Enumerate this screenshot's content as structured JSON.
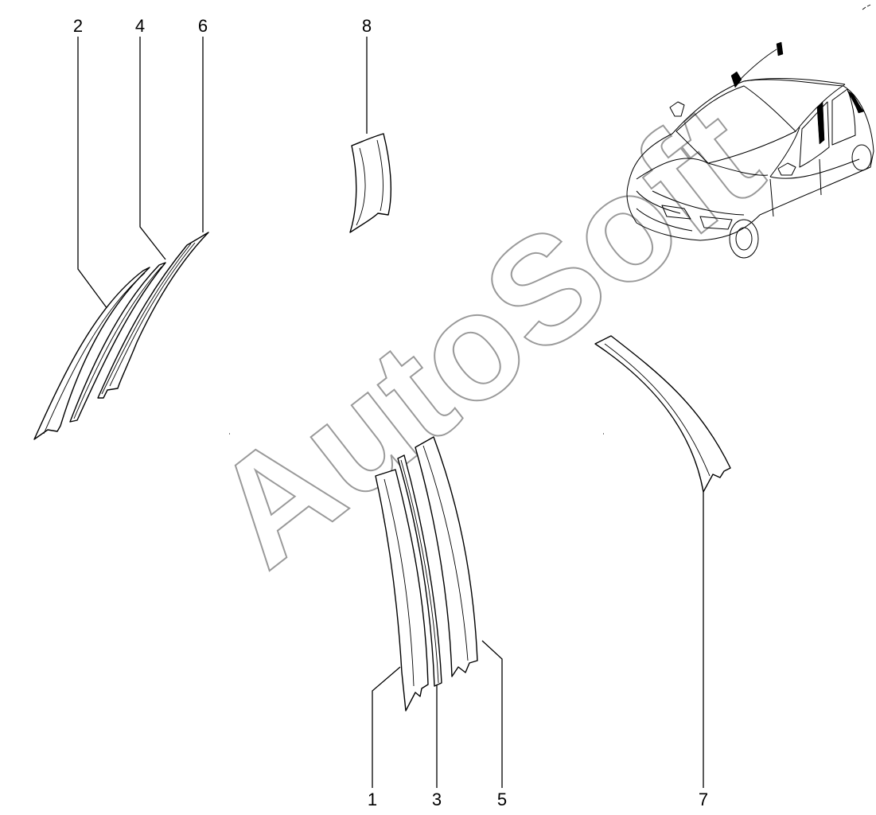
{
  "callouts": [
    {
      "id": "c1",
      "label": "1"
    },
    {
      "id": "c2",
      "label": "2"
    },
    {
      "id": "c3",
      "label": "3"
    },
    {
      "id": "c4",
      "label": "4"
    },
    {
      "id": "c5",
      "label": "5"
    },
    {
      "id": "c6",
      "label": "6"
    },
    {
      "id": "c7",
      "label": "7"
    },
    {
      "id": "c8",
      "label": "8"
    }
  ],
  "watermark": {
    "text": "AutoSoft"
  },
  "colors": {
    "line": "#000000",
    "background": "#ffffff",
    "watermark": "#9a9a9a"
  }
}
